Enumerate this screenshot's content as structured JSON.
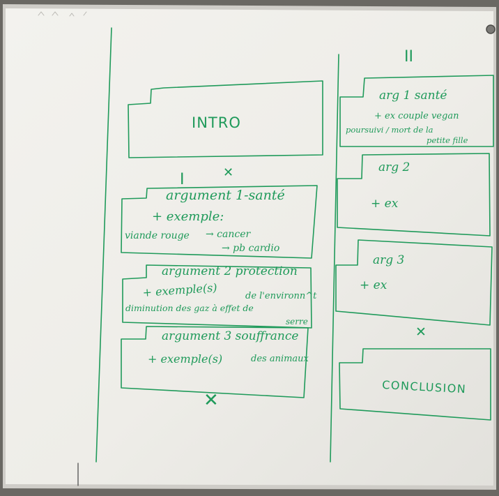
{
  "whiteboard": {
    "ink_color": "#1f9a5a",
    "board_color": "#ecebe6",
    "left_column": {
      "intro_box": {
        "label": "INTRO"
      },
      "part_heading": "I",
      "cross_mark": "✕",
      "arg1": {
        "line1": "argument 1-santé",
        "line2": "+ exemple:",
        "line3": "viande rouge",
        "line3b": "→ cancer",
        "line4": "→ pb cardio"
      },
      "arg2": {
        "line1": "argument 2 protection",
        "line2": "+ exemple(s)",
        "line2b": "de l'environn^t",
        "line3": "diminution des gaz à effet de",
        "line4": "serre"
      },
      "arg3": {
        "line1": "argument 3 souffrance",
        "line2": "+ exemple(s)",
        "line2b": "des animaux"
      },
      "bottom_cross": "✕"
    },
    "right_column": {
      "part_heading": "II",
      "arg1": {
        "line1": "arg    1 santé",
        "line2": "+ ex  couple vegan",
        "line3": "poursuivi / mort de la",
        "line4": "petite fille"
      },
      "arg2": {
        "line1": "arg 2",
        "line2": "+ ex"
      },
      "arg3": {
        "line1": "arg 3",
        "line2": "+ ex"
      },
      "cross_mark": "✕",
      "conclusion_box": {
        "label": "CONCLUSION"
      }
    }
  }
}
